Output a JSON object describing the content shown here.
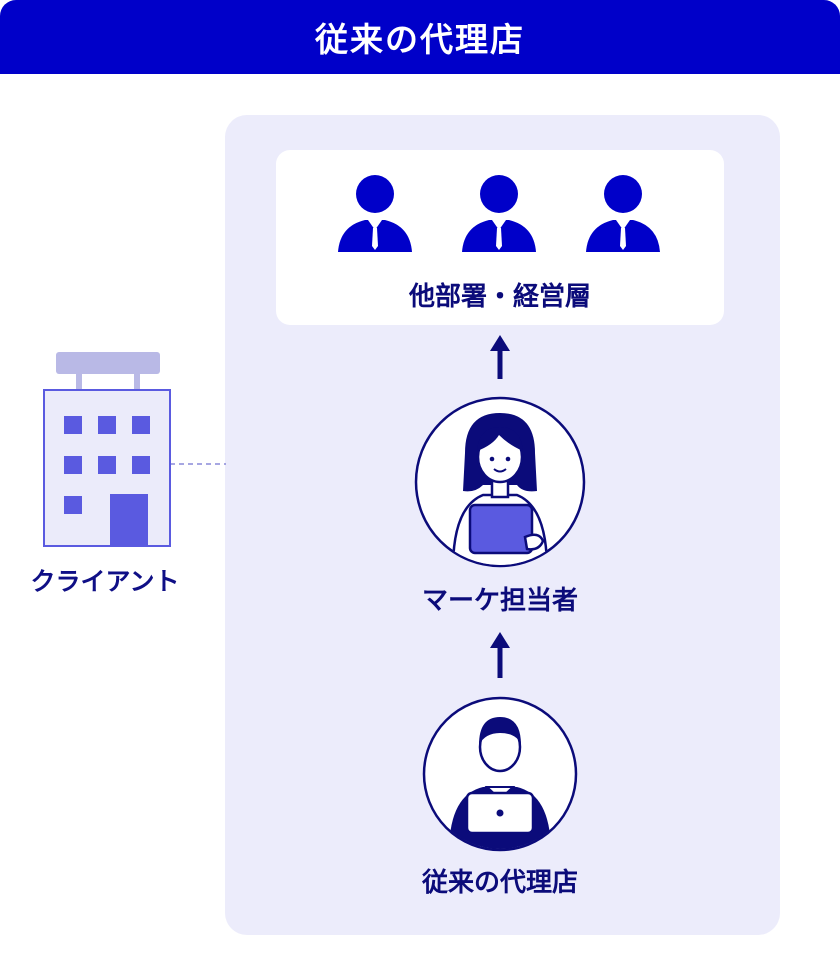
{
  "header": {
    "title": "従来の代理店"
  },
  "diagram": {
    "executives": {
      "label": "他部署・経営層"
    },
    "marketer": {
      "label": "マーケ担当者"
    },
    "agency": {
      "label": "従来の代理店"
    },
    "client": {
      "label": "クライアント"
    }
  },
  "colors": {
    "primary": "#0000c9",
    "dark_text": "#0b0b7a",
    "panel_bg": "#ececfb",
    "building_fill": "#ebebfa",
    "building_window": "#5a5ae0"
  }
}
